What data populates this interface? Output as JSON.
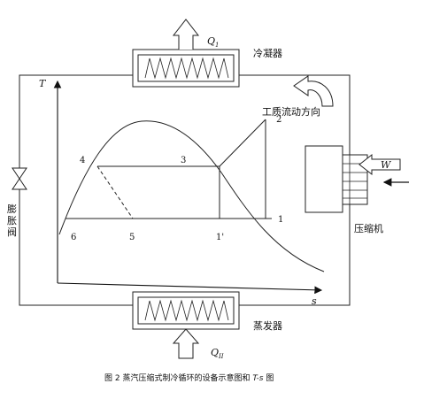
{
  "labels": {
    "condenser": "冷凝器",
    "evaporator": "蒸发器",
    "compressor": "压缩机",
    "expansion_valve": "膨\n胀\n阀",
    "flow_direction": "工质流动方向",
    "heat_out": "Q",
    "heat_out_sub": "1",
    "heat_in": "Q",
    "heat_in_sub": "II",
    "work_in": "W"
  },
  "axes": {
    "y_label": "T",
    "x_label": "s"
  },
  "state_points": {
    "p1": "1",
    "p1prime": "1'",
    "p2": "2",
    "p3": "3",
    "p4": "4",
    "p5": "5",
    "p6": "6"
  },
  "caption": {
    "prefix": "图 2  蒸汽压缩式制冷循环的设备示意图和 ",
    "ts": "T-s",
    "suffix": " 图"
  }
}
